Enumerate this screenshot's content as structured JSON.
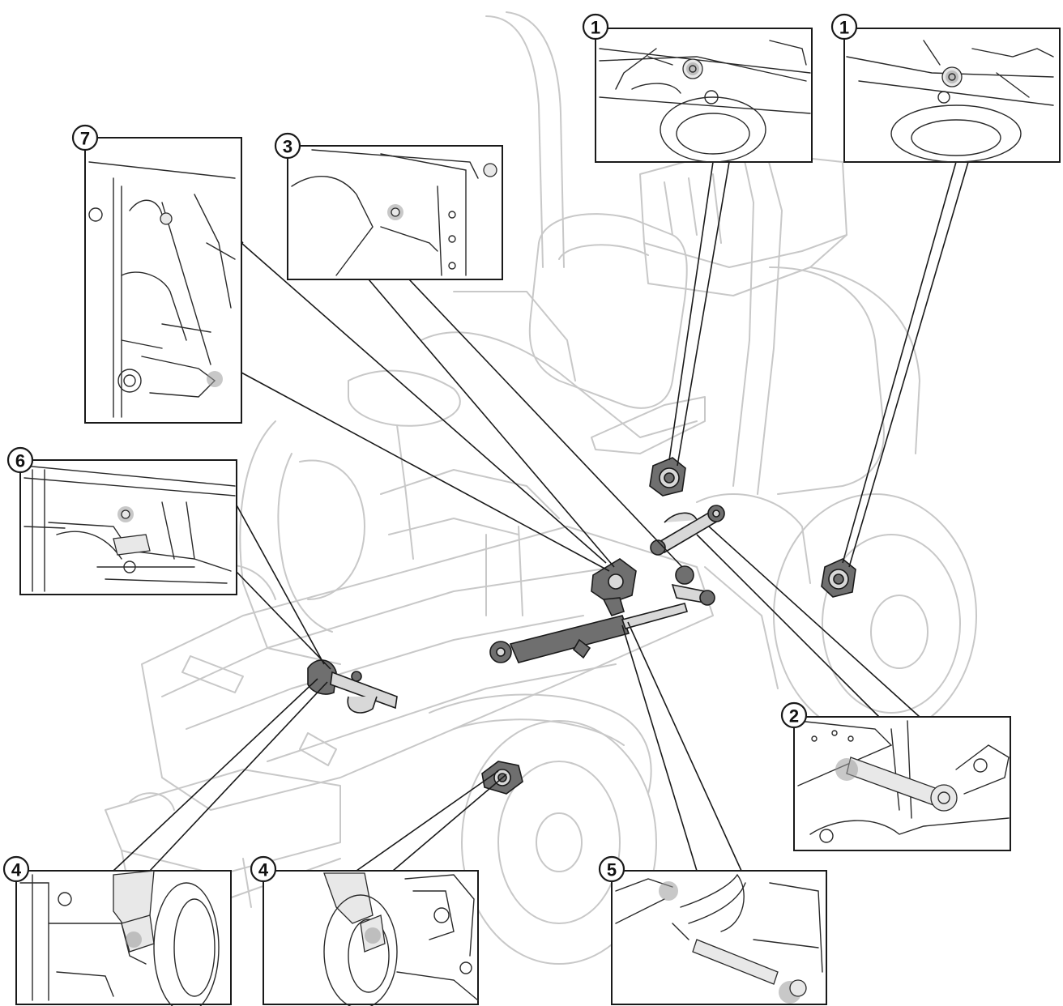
{
  "callouts": [
    {
      "id": "c1a",
      "label": "1"
    },
    {
      "id": "c1b",
      "label": "1"
    },
    {
      "id": "c2",
      "label": "2"
    },
    {
      "id": "c3",
      "label": "3"
    },
    {
      "id": "c4a",
      "label": "4"
    },
    {
      "id": "c4b",
      "label": "4"
    },
    {
      "id": "c5",
      "label": "5"
    },
    {
      "id": "c6",
      "label": "6"
    },
    {
      "id": "c7",
      "label": "7"
    }
  ],
  "style": {
    "line_color": "#1a1a1a",
    "ghost_color": "#c8c8c8",
    "highlight_color": "#6f6f6f"
  }
}
